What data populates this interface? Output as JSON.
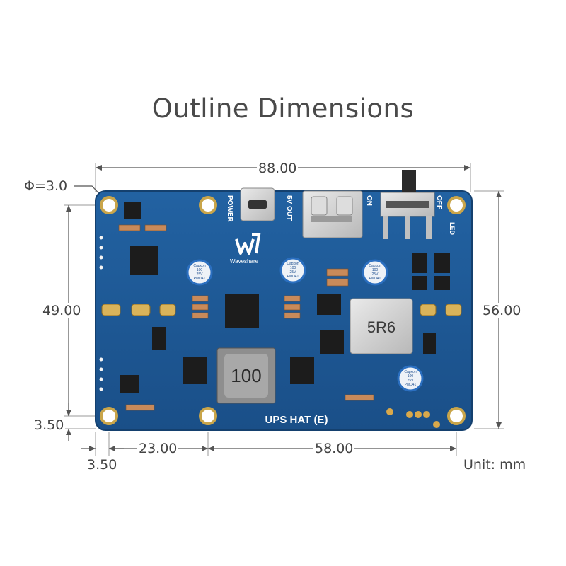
{
  "title": "Outline Dimensions",
  "dimensions": {
    "width_total": "88.00",
    "height_total": "56.00",
    "hole_spacing_vertical": "49.00",
    "hole_spacing_horizontal": "58.00",
    "offset_left": "23.00",
    "edge_offset_x": "3.50",
    "edge_offset_y": "3.50",
    "hole_diameter": "Φ=3.0"
  },
  "unit_label": "Unit: mm",
  "board": {
    "name": "UPS HAT (E)",
    "brand": "Waveshare",
    "inductor_large": "100",
    "inductor_small": "5R6",
    "labels": {
      "power": "POWER",
      "out": "5V OUT",
      "on": "ON",
      "off": "OFF",
      "led": "LED"
    },
    "capacitor_text": "Capxon 100 25V PMD41",
    "color": "#1f5a97"
  }
}
